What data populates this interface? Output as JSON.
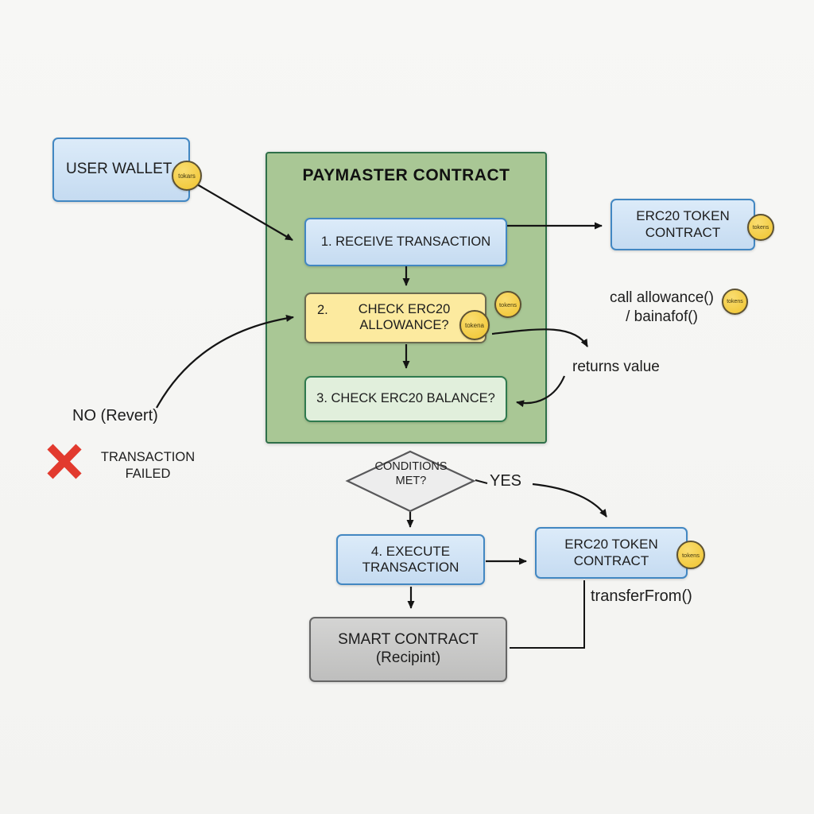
{
  "colors": {
    "background": "#f5f5f3",
    "blue_fill": "#cfe2f5",
    "blue_border": "#4287c2",
    "container_green_fill": "#a9c795",
    "container_green_border": "#2f6f49",
    "yellow_fill": "#fcea9f",
    "light_green_fill": "#e1efdc",
    "gray_fill": "#cacac9",
    "coin_fill": "#f4cf4d",
    "failed_red": "#e23a2e",
    "arrow_black": "#141414"
  },
  "nodes": {
    "user_wallet": {
      "label": "USER WALLET",
      "coin": "tokars"
    },
    "paymaster": {
      "title": "PAYMASTER CONTRACT"
    },
    "step1": {
      "label": "1. RECEIVE TRANSACTION"
    },
    "step2": {
      "number": "2.",
      "line1": "CHECK ERC20",
      "line2": "ALLOWANCE?",
      "coin_edge": "tokena",
      "coin_outer": "tokens"
    },
    "step3": {
      "label": "3. CHECK ERC20 BALANCE?"
    },
    "conditions": {
      "line1": "CONDITIONS",
      "line2": "MET?"
    },
    "step4": {
      "line1": "4. EXECUTE",
      "line2": "TRANSACTION"
    },
    "erc20_top": {
      "line1": "ERC20 TOKEN",
      "line2": "CONTRACT",
      "coin": "tokens"
    },
    "erc20_bottom": {
      "line1": "ERC20 TOKEN",
      "line2": "CONTRACT",
      "coin": "tokens"
    },
    "smart_contract": {
      "line1": "SMART CONTRACT",
      "line2": "(Recipint)"
    }
  },
  "labels": {
    "call_fn_line1": "call allowance()",
    "call_fn_line2": "/ bainafof()",
    "call_fn_coin": "tokens",
    "returns_value": "returns value",
    "no_revert": "NO (Revert)",
    "failed_line1": "TRANSACTION",
    "failed_line2": "FAILED",
    "yes": "YES",
    "transfer_from": "transferFrom()"
  }
}
